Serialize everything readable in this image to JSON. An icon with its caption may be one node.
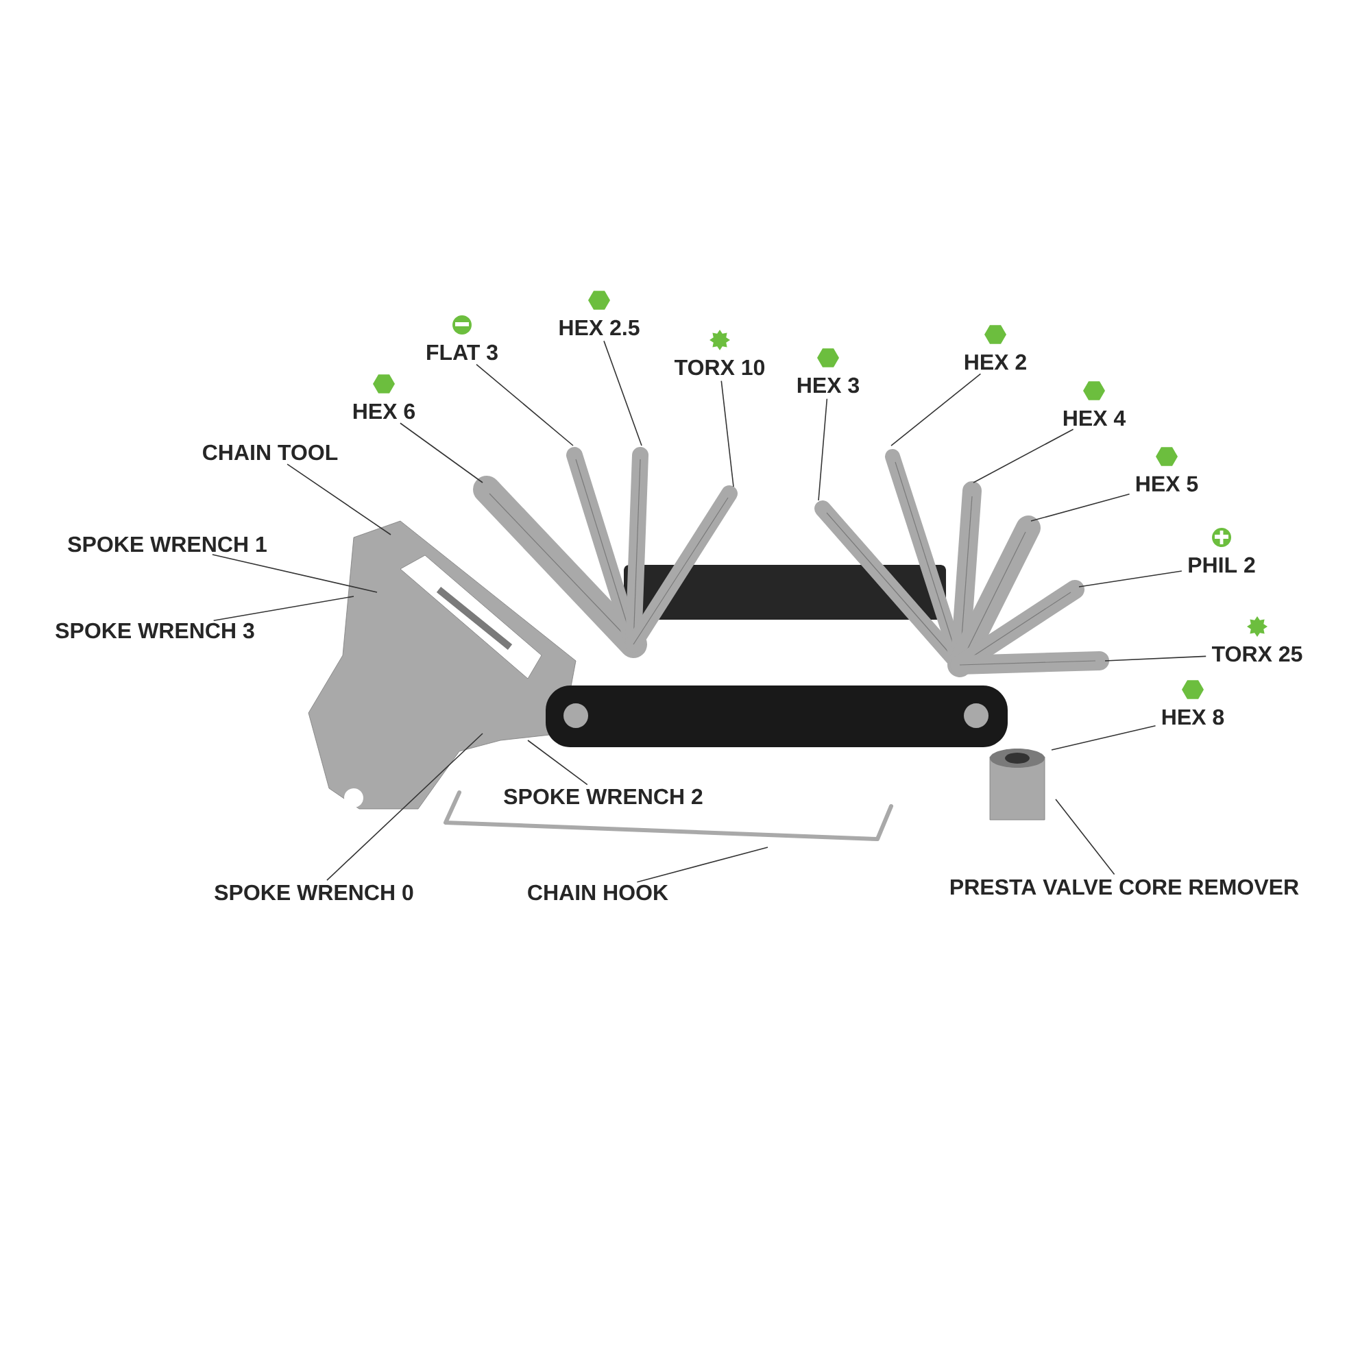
{
  "diagram": {
    "nodes": [
      {
        "text": [
          "HEX 6"
        ]
      },
      {
        "text": [
          "FLAT 3"
        ]
      },
      {
        "text": [
          "HEX 2.5"
        ]
      },
      {
        "text": [
          "TORX 10"
        ]
      },
      {
        "text": [
          "HEX 3"
        ]
      },
      {
        "text": [
          "HEX 2"
        ]
      },
      {
        "text": [
          "HEX 4"
        ]
      },
      {
        "text": [
          "HEX 5"
        ]
      },
      {
        "text": [
          "PHIL 2"
        ]
      },
      {
        "text": [
          "TORX 25"
        ]
      },
      {
        "text": [
          "HEX 8"
        ]
      },
      {
        "text": [
          "PRESTA VALVE CORE REMOVER"
        ]
      },
      {
        "text": [
          "CHAIN HOOK"
        ]
      },
      {
        "text": [
          "SPOKE WRENCH 0"
        ]
      },
      {
        "text": [
          "SPOKE WRENCH 2"
        ]
      },
      {
        "text": [
          "SPOKE WRENCH 3"
        ]
      },
      {
        "text": [
          "SPOKE WRENCH 1"
        ]
      },
      {
        "text": [
          "CHAIN TOOL"
        ]
      }
    ],
    "edges": [
      {
        "from": 0,
        "to": null,
        "arrow": "none"
      },
      {
        "from": 1,
        "to": null,
        "arrow": "none"
      },
      {
        "from": 2,
        "to": null,
        "arrow": "none"
      },
      {
        "from": 3,
        "to": null,
        "arrow": "none"
      },
      {
        "from": 4,
        "to": null,
        "arrow": "none"
      },
      {
        "from": 5,
        "to": null,
        "arrow": "none"
      },
      {
        "from": 6,
        "to": null,
        "arrow": "none"
      },
      {
        "from": 7,
        "to": null,
        "arrow": "none"
      },
      {
        "from": 8,
        "to": null,
        "arrow": "none"
      },
      {
        "from": 9,
        "to": null,
        "arrow": "none"
      },
      {
        "from": 10,
        "to": null,
        "arrow": "none"
      },
      {
        "from": 11,
        "to": null,
        "arrow": "none"
      },
      {
        "from": 12,
        "to": null,
        "arrow": "none"
      },
      {
        "from": 13,
        "to": null,
        "arrow": "none"
      },
      {
        "from": 14,
        "to": null,
        "arrow": "none"
      },
      {
        "from": 15,
        "to": null,
        "arrow": "none"
      },
      {
        "from": 16,
        "to": null,
        "arrow": "none"
      },
      {
        "from": 17,
        "to": null,
        "arrow": "none"
      }
    ]
  }
}
